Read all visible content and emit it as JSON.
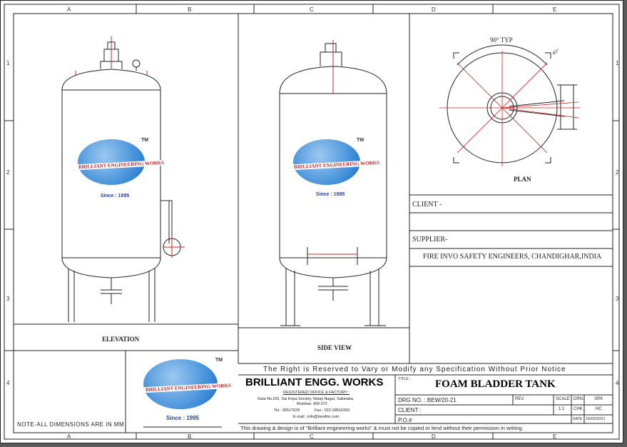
{
  "zones": {
    "columns": [
      "A",
      "B",
      "C",
      "D",
      "E"
    ],
    "rows": [
      "1",
      "2",
      "3",
      "4"
    ]
  },
  "views": {
    "elevation": "ELEVATION",
    "side_view": "SIDE VIEW",
    "plan": "PLAN"
  },
  "plan_annotations": {
    "angle_typ": "90° TYP",
    "angle_45": "45°"
  },
  "logo": {
    "text": "BRILLIANT ENGINEERING WORKS",
    "since": "Since : 1995",
    "tm": "TM"
  },
  "client_block": {
    "client_label": "CLIENT -",
    "supplier_label": "SUPPLIER-",
    "supplier_value": "FIRE INVO SAFETY ENGINEERS, CHANDIGHAR,INDIA"
  },
  "note": "NOTE-ALL DIMENSIONS ARE IN MM",
  "title_block": {
    "notice": "The Right is Reserved to Vary or Modify any Specification Without Prior Notice",
    "company": "BRILLIANT ENGG. WORKS",
    "office_label": "REGISTERED OFFICE & FACTORY :",
    "address1": "Gala No.D/6, Sai Kripa Society, Netaji Nagar, Sakinaka,",
    "address2": "Mumbai- 400 072",
    "tel": "Tel.: 28517629",
    "fax": "Fax.: 022-28516393",
    "email": "E-mail : info@bewfire.com",
    "title_label": "TITLE :",
    "title": "FOAM BLADDER TANK",
    "drg_no": "DRG NO. : BEW/20-21",
    "rev": "REV. :",
    "scale_label": "SCALE",
    "scale": "1:1",
    "drn_label": "DRN.",
    "drn": "SRK",
    "chk_label": "CHK.",
    "chk": "HC",
    "date_label": "DATE",
    "date": "16/02/2021",
    "client": "CLIENT :",
    "po": "P.O.#",
    "disclaimer": "This drawing & design is of \"Brilliant engineering works\" & must not be copied or lend without their permission in writing."
  },
  "colors": {
    "line": "#222222",
    "center_line": "#d42020",
    "logo_blue": "#3a8ad8",
    "logo_red": "#c8202a"
  }
}
